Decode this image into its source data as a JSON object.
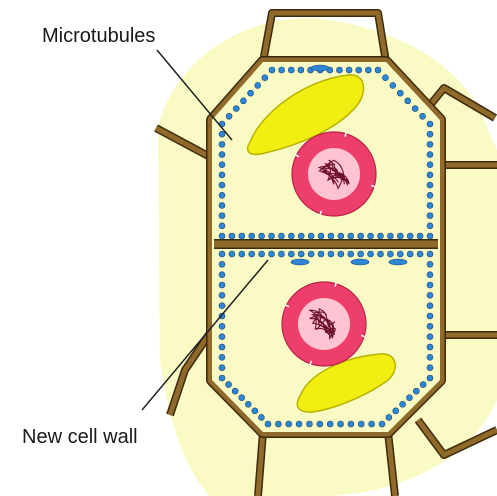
{
  "labels": {
    "top": "Microtubules",
    "bottom": "New cell wall"
  },
  "colors": {
    "background": "#ffffff",
    "cytoplasm": "#fafac4",
    "wall_fill": "#8f6a2a",
    "wall_edge": "#3d2a0c",
    "vesicle_fill": "#2f86d4",
    "vesicle_edge": "#17497a",
    "chloroplast_fill": "#f2ee12",
    "chloroplast_edge": "#b7b300",
    "nucleus_outer": "#ee3f6c",
    "nucleus_inner": "#ffc3d1",
    "chromatin": "#6a0f2c",
    "leader_line": "#222222"
  },
  "icons": {
    "microtubule": "blue-oval-dot",
    "chloroplast": "yellow-lens-shape",
    "nucleus": "pink-circle-with-chromatin"
  }
}
